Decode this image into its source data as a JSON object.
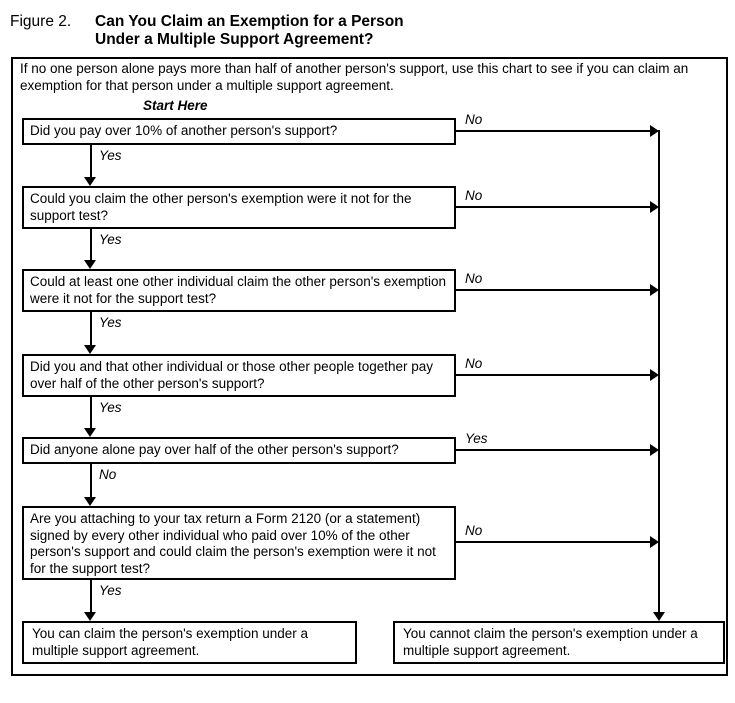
{
  "figure": {
    "label": "Figure 2.",
    "title_line1": "Can You Claim an Exemption for a Person",
    "title_line2": "Under a Multiple Support Agreement?"
  },
  "intro": "If no one person alone pays more than half of another person's support, use this chart to see if you can claim an exemption for that person under a multiple support agreement.",
  "flowchart": {
    "start_label": "Start Here",
    "nodes": [
      {
        "text": "Did you pay over 10% of another person's support?",
        "right_label": "No",
        "down_label": "Yes"
      },
      {
        "text": "Could you claim the other person's exemption were it not for the support test?",
        "right_label": "No",
        "down_label": "Yes"
      },
      {
        "text": "Could at least one other individual claim the other person's exemption were it not for the support test?",
        "right_label": "No",
        "down_label": "Yes"
      },
      {
        "text": "Did you and that other individual or those other people together pay over half of the other person's support?",
        "right_label": "No",
        "down_label": "Yes"
      },
      {
        "text": "Did anyone alone pay over half of the other person's support?",
        "right_label": "Yes",
        "down_label": "No"
      },
      {
        "text": "Are you attaching to your tax return a Form 2120 (or a statement) signed by every other individual who paid over 10% of the other person's support and could claim the person's exemption were it not for the support test?",
        "right_label": "No",
        "down_label": "Yes"
      }
    ],
    "outcomes": {
      "can_claim": "You can claim the person's exemption under a multiple support agreement.",
      "cannot_claim": "You cannot claim the person's exemption under a multiple support agreement."
    }
  },
  "colors": {
    "ink": "#000000",
    "paper": "#ffffff"
  }
}
